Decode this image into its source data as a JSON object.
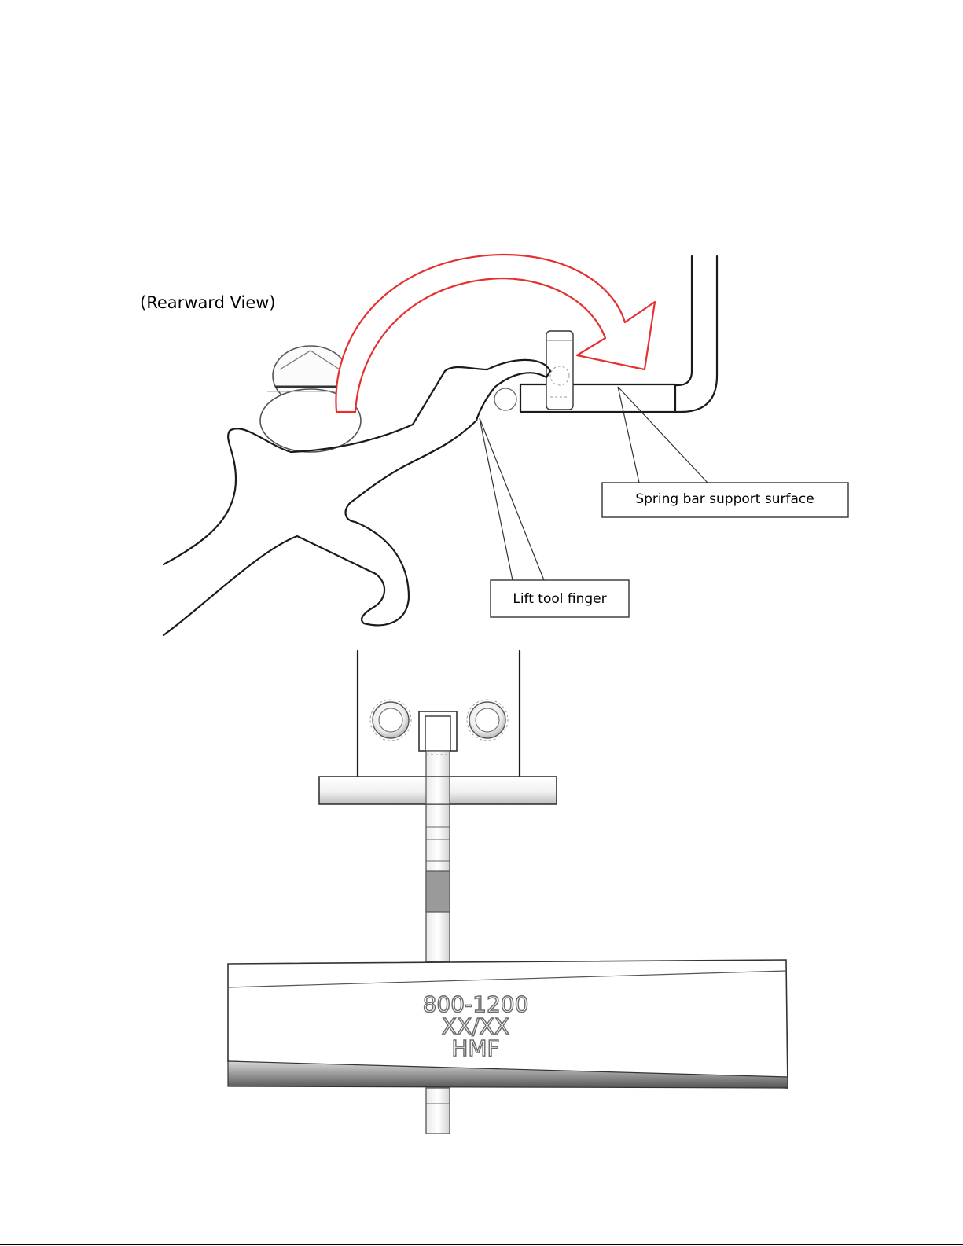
{
  "view_title": "(Rearward View)",
  "callouts": {
    "support_surface": "Spring bar support surface",
    "lift_finger": "Lift tool finger"
  },
  "stamp": {
    "line1": "800-1200",
    "line2": "XX/XX",
    "line3": "HMF"
  },
  "colors": {
    "arrow": "#e53030",
    "ink": "#1a1a1a"
  }
}
